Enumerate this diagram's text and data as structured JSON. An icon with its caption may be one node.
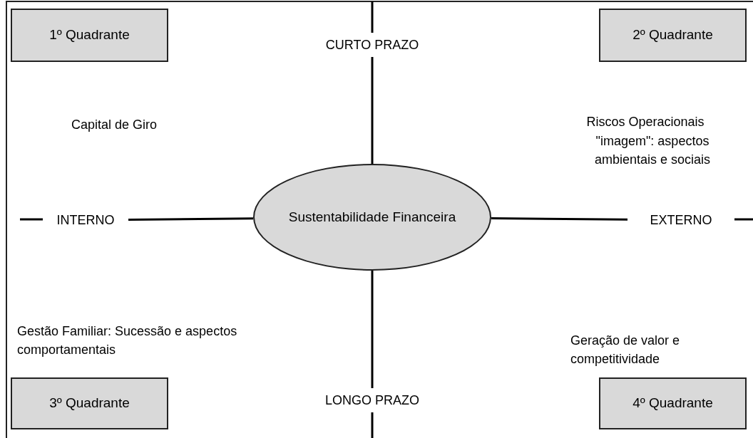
{
  "diagram": {
    "nodes": [
      {
        "text": [
          "1º Quadrante"
        ]
      },
      {
        "text": [
          "CURTO PRAZO"
        ]
      },
      {
        "text": [
          "2º Quadrante"
        ]
      },
      {
        "text": [
          "INTERNO"
        ]
      },
      {
        "text": [
          "Sustentabilidade Financeira"
        ]
      },
      {
        "text": [
          "EXTERNO"
        ]
      },
      {
        "text": [
          "3º Quadrante"
        ]
      },
      {
        "text": [
          "LONGO PRAZO"
        ]
      },
      {
        "text": [
          "4º Quadrante"
        ]
      }
    ],
    "edges": [
      {
        "from": 4,
        "to": 1,
        "arrow": "none"
      },
      {
        "from": 4,
        "to": 3,
        "arrow": "none"
      },
      {
        "from": 4,
        "to": 5,
        "arrow": "none"
      },
      {
        "from": 4,
        "to": 7,
        "arrow": "none"
      }
    ],
    "labels": [
      "Capital de Giro",
      "Riscos Operacionais",
      "\"imagem\": aspectos ambientais e sociais",
      "Gestão Familiar: Sucessão e aspectos comportamentais",
      "Geração de valor e competitividade"
    ]
  }
}
